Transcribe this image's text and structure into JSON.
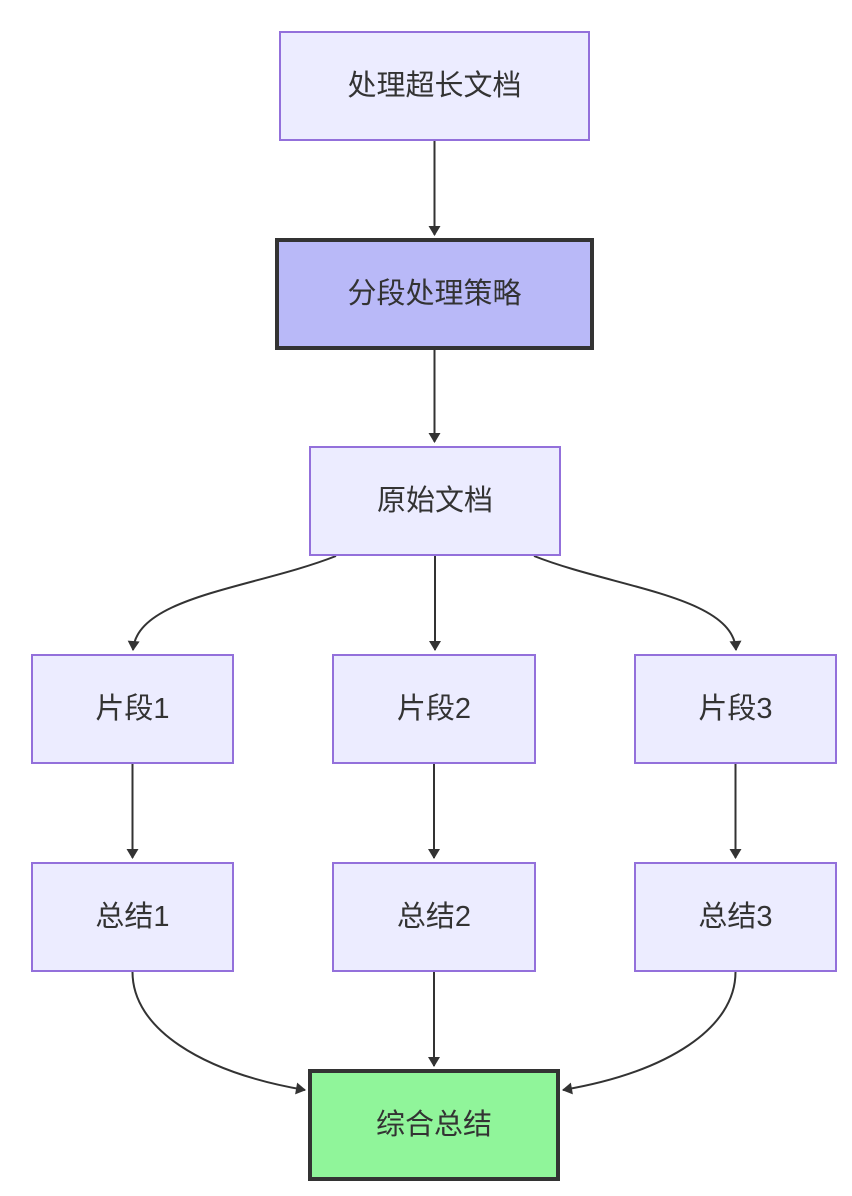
{
  "diagram": {
    "type": "flowchart",
    "direction": "top-down",
    "nodes": [
      {
        "id": "A",
        "label": "处理超长文档",
        "style": "default"
      },
      {
        "id": "B",
        "label": "分段处理策略",
        "style": "emphasis-purple"
      },
      {
        "id": "C",
        "label": "原始文档",
        "style": "default"
      },
      {
        "id": "D1",
        "label": "片段1",
        "style": "default"
      },
      {
        "id": "D2",
        "label": "片段2",
        "style": "default"
      },
      {
        "id": "D3",
        "label": "片段3",
        "style": "default"
      },
      {
        "id": "E1",
        "label": "总结1",
        "style": "default"
      },
      {
        "id": "E2",
        "label": "总结2",
        "style": "default"
      },
      {
        "id": "E3",
        "label": "总结3",
        "style": "default"
      },
      {
        "id": "F",
        "label": "综合总结",
        "style": "emphasis-green"
      }
    ],
    "edges": [
      {
        "from": "处理超长文档",
        "to": "分段处理策略"
      },
      {
        "from": "分段处理策略",
        "to": "原始文档"
      },
      {
        "from": "原始文档",
        "to": "片段1"
      },
      {
        "from": "原始文档",
        "to": "片段2"
      },
      {
        "from": "原始文档",
        "to": "片段3"
      },
      {
        "from": "片段1",
        "to": "总结1"
      },
      {
        "from": "片段2",
        "to": "总结2"
      },
      {
        "from": "片段3",
        "to": "总结3"
      },
      {
        "from": "总结1",
        "to": "综合总结"
      },
      {
        "from": "总结2",
        "to": "综合总结"
      },
      {
        "from": "总结3",
        "to": "综合总结"
      }
    ],
    "colors": {
      "background": "#FFFFFF",
      "node_fill": "#ECECFF",
      "node_border": "#9370DB",
      "emphasis_purple_fill": "#B9B9F8",
      "emphasis_green_fill": "#90F59A",
      "emphasis_border": "#333333",
      "edge_color": "#333333",
      "text_color": "#333333"
    }
  }
}
